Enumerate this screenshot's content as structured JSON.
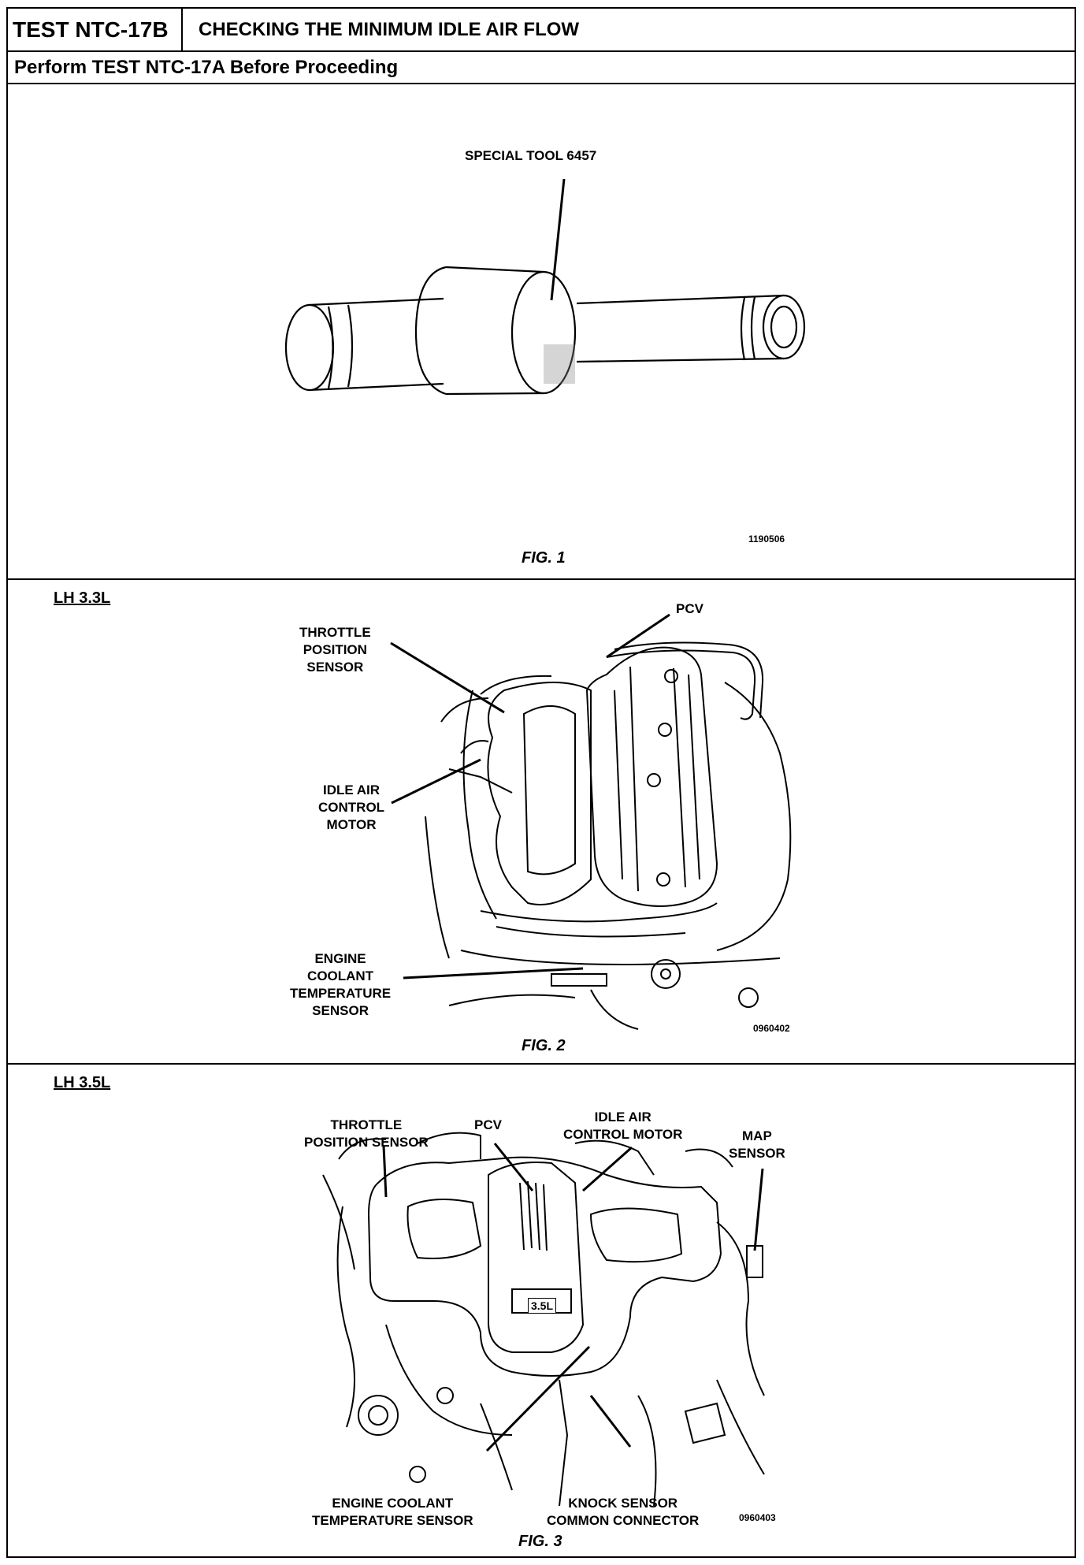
{
  "header": {
    "test_id": "TEST NTC-17B",
    "test_title": "CHECKING THE MINIMUM IDLE AIR FLOW",
    "prerequisite": "Perform TEST NTC-17A Before Proceeding"
  },
  "fig1": {
    "callout_tool": "SPECIAL TOOL 6457",
    "figure_id": "1190506",
    "caption": "FIG. 1"
  },
  "fig2": {
    "section_label": "LH 3.3L",
    "callout_tps": "THROTTLE\nPOSITION\nSENSOR",
    "callout_pcv": "PCV",
    "callout_iac": "IDLE AIR\nCONTROL\nMOTOR",
    "callout_ect": "ENGINE\nCOOLANT\nTEMPERATURE\nSENSOR",
    "figure_id": "0960402",
    "caption": "FIG. 2"
  },
  "fig3": {
    "section_label": "LH 3.5L",
    "callout_tps": "THROTTLE\nPOSITION SENSOR",
    "callout_pcv": "PCV",
    "callout_iac": "IDLE AIR\nCONTROL MOTOR",
    "callout_map": "MAP\nSENSOR",
    "callout_ect": "ENGINE COOLANT\nTEMPERATURE SENSOR",
    "callout_knock": "KNOCK SENSOR\nCOMMON CONNECTOR",
    "figure_id": "0960403",
    "caption": "FIG. 3",
    "engine_badge": "3.5L"
  }
}
